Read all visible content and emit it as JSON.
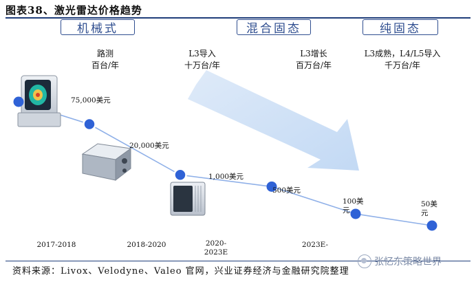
{
  "title": "图表38、激光雷达价格趋势",
  "phases": [
    "机械式",
    "混合固态",
    "纯固态"
  ],
  "volumes": [
    {
      "line1": "路测",
      "line2": "百台/年"
    },
    {
      "line1": "L3导入",
      "line2": "十万台/年"
    },
    {
      "line1": "L3增长",
      "line2": "百万台/年"
    },
    {
      "line1": "L3成熟，L4/L5导入",
      "line2": "千万台/年"
    }
  ],
  "source": "资料来源：Livox、Velodyne、Valeo 官网，兴业证券经济与金融研究院整理",
  "watermark": "张忆东策略世界",
  "colors": {
    "accent": "#2e4d8f",
    "point": "#2f62d6",
    "line": "#8fb0e8",
    "arrow": "#cfe1f7"
  },
  "icons": [
    "lidar-mechanical-icon",
    "lidar-hybrid-icon",
    "lidar-solid-state-icon",
    "wechat-icon"
  ],
  "chart_data": {
    "type": "line",
    "title": "激光雷达价格趋势",
    "x": [
      "2017-2018",
      "2018-2020",
      "2020-2023E",
      "",
      "2023E-",
      "",
      ""
    ],
    "series": [
      {
        "values": [
          75000,
          20000,
          1000,
          500,
          100,
          50
        ]
      }
    ],
    "price_labels": [
      "75,000美元",
      "20,000美元",
      "1,000美元",
      "500美元",
      "100美元",
      "50美元"
    ],
    "x_labels": [
      "2017-2018",
      "2018-2020",
      "2020-2023E",
      "2023E-"
    ],
    "trend_arrow": true
  }
}
